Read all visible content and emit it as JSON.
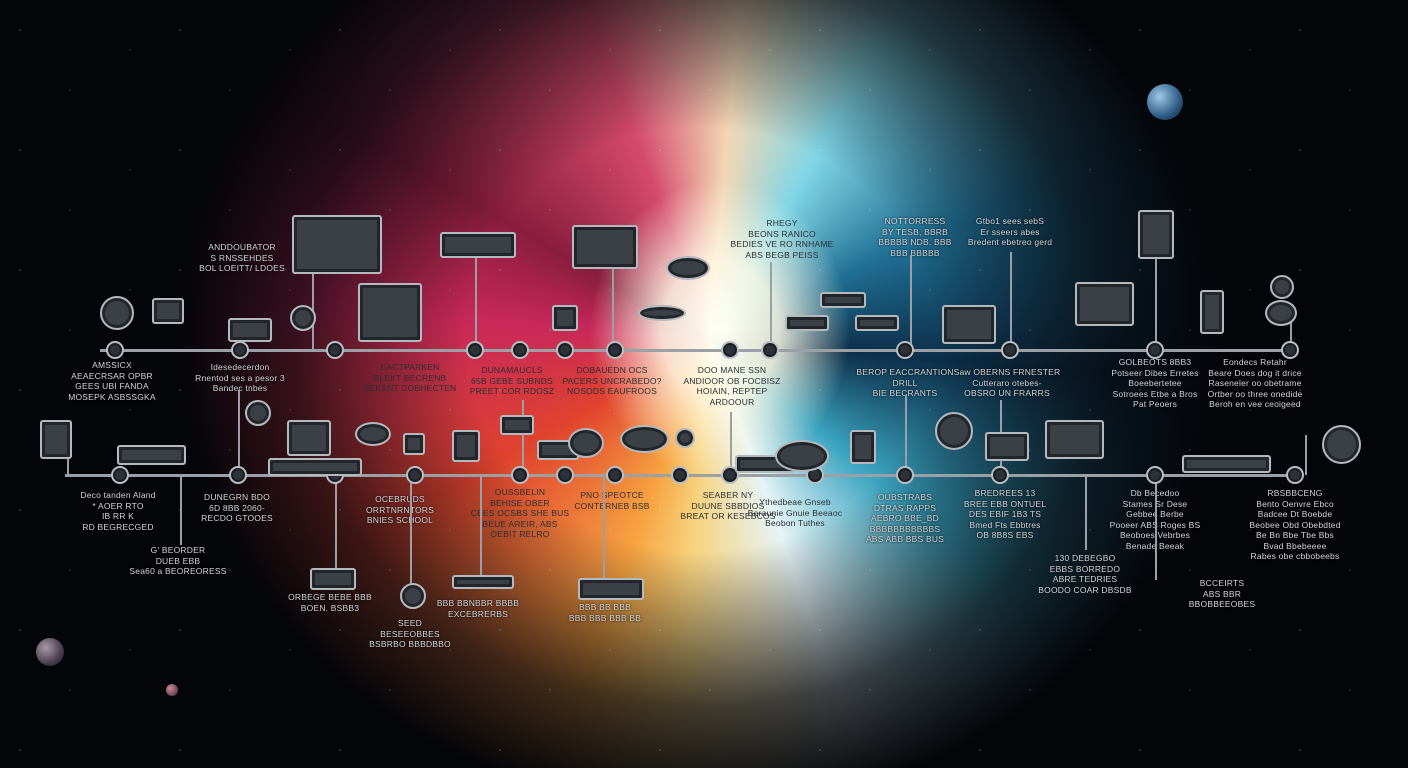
{
  "colors": {
    "line": "#9aa0a6",
    "text": "#d2d6da",
    "space": "#05070b"
  },
  "labels": [
    {
      "lines": [
        "ANDDOUBATOR",
        "S RNSSEHDES",
        "BOL LOEITT/ LDOES"
      ]
    },
    {
      "lines": [
        "RHEGY",
        "BEONS RANICO",
        "BEDIES VE RO RNHAME",
        "ABS BEGB PEISS"
      ]
    },
    {
      "lines": [
        "NOTTORRESS",
        "BY TESB, BBRB",
        "BBBBB NDB. BBB",
        "BBB BBBBB"
      ]
    },
    {
      "lines": [
        "Gtbo1 sees sebS",
        "Er sseers abes",
        "Bredent ebetreo gerd"
      ]
    },
    {
      "lines": [
        "AMSSICX",
        "AEAECRSAR OPBR",
        "GEES UBI FANDA",
        "MOSEPK ASBSSGKA"
      ]
    },
    {
      "lines": [
        "Idesedecerdon",
        "Rnentod ses a pesor 3",
        "Bandec tnbes"
      ]
    },
    {
      "lines": [
        "EACTPARKEN",
        "BLEKT BECRENB",
        "BEKSNT COBHECTEN"
      ]
    },
    {
      "lines": [
        "DUNAMAUCLS",
        "65B GEBE SUBNDS",
        "PREET COR RDOSZ"
      ]
    },
    {
      "lines": [
        "DOBAUEDN OCS",
        "PACERS UNCRABEDO?",
        "NOSODS EAUFROOS"
      ]
    },
    {
      "lines": [
        "DOO MANE SSN",
        "ANDIOOR OB FOCBISZ",
        "HOIAIN, REPTEP",
        "ARDOOUR"
      ]
    },
    {
      "lines": [
        "BEROP EACCRANTION",
        "DRILL",
        "BIE BECRANTS"
      ]
    },
    {
      "lines": [
        "Saw OBERNS FRNESTER",
        "Cutteraro otebes-",
        "OBSRO UN FRARRS"
      ]
    },
    {
      "lines": [
        "GOLBEOTS 8BB3",
        "Potseer Dibes Erretes",
        "Boeebertetee",
        "Sotroees Etbe a Bros",
        "Pat Peoers"
      ]
    },
    {
      "lines": [
        "Eondecs Retahr",
        "Beare Does dog it drice",
        "Raseneler oo obetrame",
        "Ortber oo three onedide",
        "Beroh en vee ceoigeed"
      ]
    },
    {
      "lines": [
        "Deco tanden Aland",
        "* AOER RTO",
        "IB RR K",
        "RD BEGRECGED"
      ]
    },
    {
      "lines": [
        "G' BEORDER",
        "DUEB EBB",
        "Sea60 a BEOREORESS"
      ]
    },
    {
      "lines": [
        "DUNEGRN BDO",
        "6D 8BB 2060-",
        "RECDO GTOOES"
      ]
    },
    {
      "lines": [
        "OCEBRUDS",
        "ORRTNRNTORS",
        "BNIES SCHOOL"
      ]
    },
    {
      "lines": [
        "OUSSBELIN",
        "BEHISE OBER",
        "CBES OCSBS SHE BUS",
        "BEUE AREIR, ABS",
        "OEBIT RELRO"
      ]
    },
    {
      "lines": [
        "PNO SPEOTCE",
        "CONTERNEB BSB"
      ]
    },
    {
      "lines": [
        "SEABER NY",
        "DUUNE SBBDIOS",
        "BREAT OR KESEBCOS"
      ]
    },
    {
      "lines": [
        "Ythedbeae Gnseb",
        "Beraunie Gnuie Beeaoc",
        "Beobon Tuthes"
      ]
    },
    {
      "lines": [
        "OUBSTRABS",
        "DTRAS RAPPS",
        "AEBRO BBE_BD",
        "BBBBBBBBBBBS",
        "ABS ABB BBS BUS"
      ]
    },
    {
      "lines": [
        "BREDREES 13",
        "BREE EBB ONTUEL",
        "DES EBIF 1B3 TS",
        "Bmed Fts Ebbtres",
        "OB 8B8S EBS"
      ]
    },
    {
      "lines": [
        "Db Becedoo",
        "Stames Sr Dese",
        "Gebbee Berbe",
        "Pooeer ABS Roges BS",
        "Beoboes Vebrbes",
        "Benade Beeak"
      ]
    },
    {
      "lines": [
        "RBSBBCENG",
        "Bento Oenvre Ebco",
        "Badcee Dt Boebde",
        "Beobee Obd Obebdted",
        "Be Bn Bbe Tbe Bbs",
        "Bvad Bbebeeee",
        "Rabes obe cbbobeebs"
      ]
    },
    {
      "lines": [
        "130 DEBEGBO",
        "EBBS BORREDO",
        "ABRE TEDRIES",
        "BOODO COAR DBSDB"
      ]
    },
    {
      "lines": [
        "BCCEIRTS",
        "ABS    BBR",
        "BBOBBEEOBES"
      ]
    },
    {
      "lines": [
        "ORBEGE BEBE BBB",
        "BOEN. BSBB3"
      ]
    },
    {
      "lines": [
        "SEED",
        "BESEEOBBES",
        "BSBRBO BBBDBBO"
      ]
    },
    {
      "lines": [
        "BBB BBNBBR BBBB",
        "EXCEBRERBS"
      ]
    },
    {
      "lines": [
        "BBB  BB  BBB",
        "BBB BBB BBB BB"
      ]
    }
  ]
}
